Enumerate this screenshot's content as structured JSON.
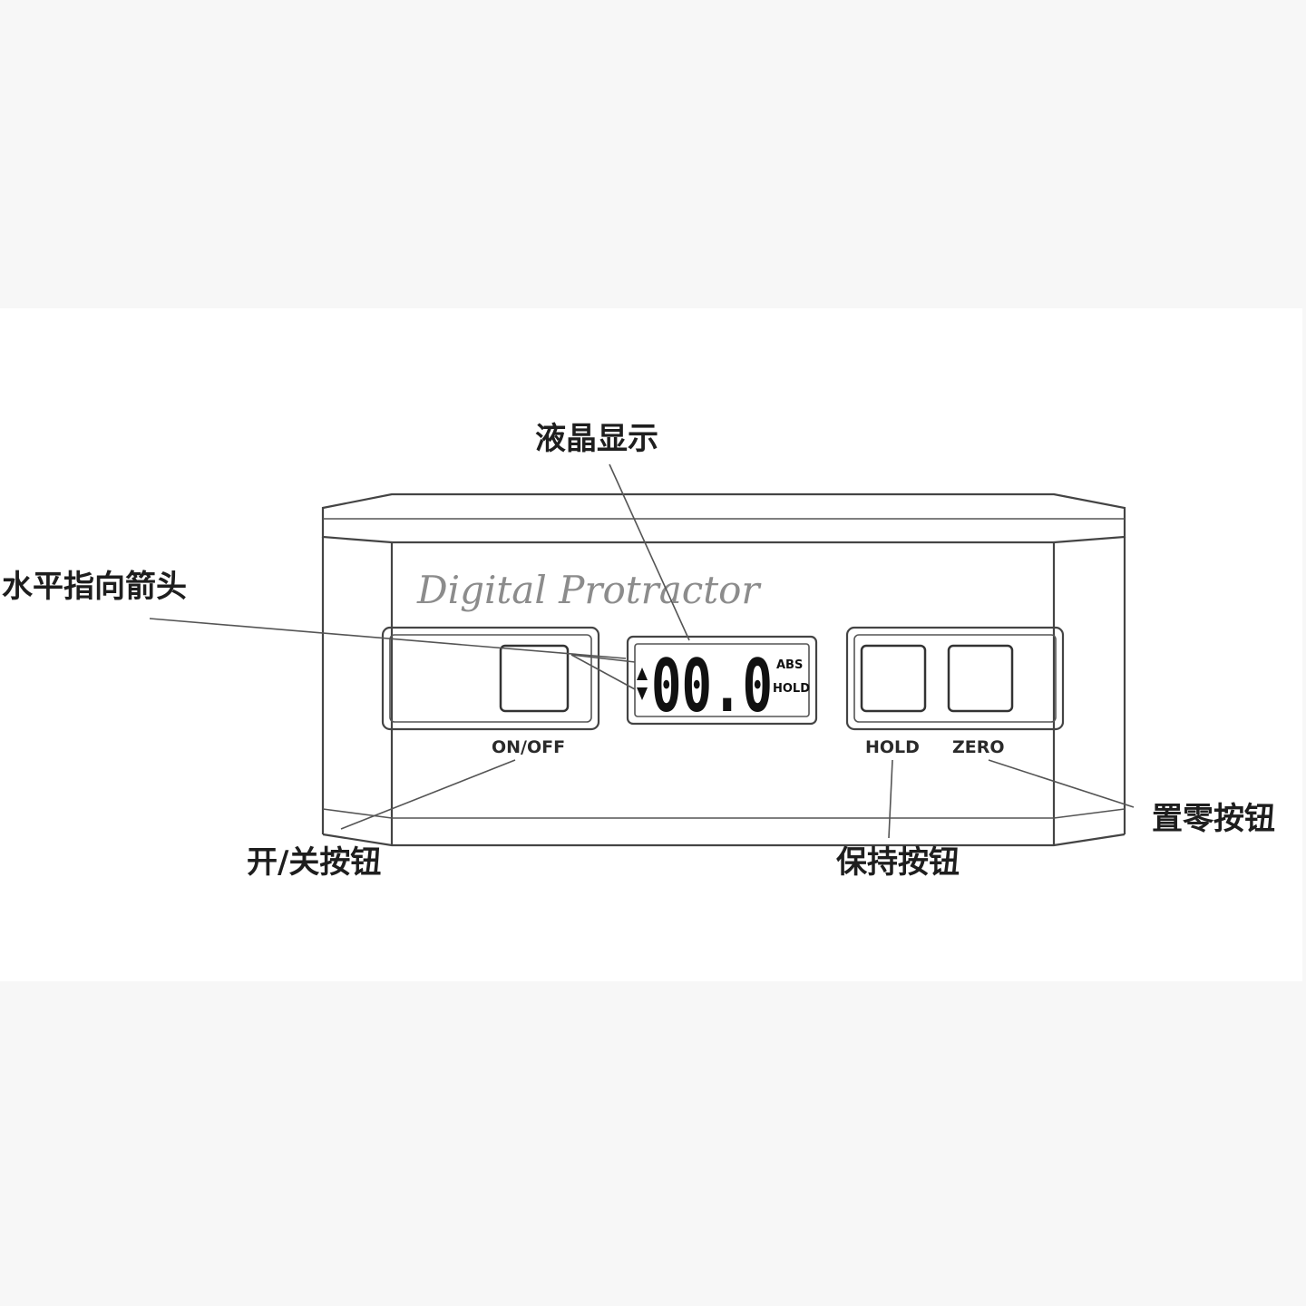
{
  "device": {
    "brand_text": "Digital Protractor",
    "lcd": {
      "reading": "00.0",
      "indicator_abs": "ABS",
      "indicator_hold": "HOLD",
      "arrow_up_icon": "triangle-up-icon",
      "arrow_down_icon": "triangle-down-icon"
    },
    "buttons": {
      "on_off": "ON/OFF",
      "hold": "HOLD",
      "zero": "ZERO"
    }
  },
  "callouts": {
    "lcd_display": "液晶显示",
    "level_arrows": "水平指向箭头",
    "on_off_button": "开/关按钮",
    "hold_button": "保持按钮",
    "zero_button": "置零按钮"
  }
}
